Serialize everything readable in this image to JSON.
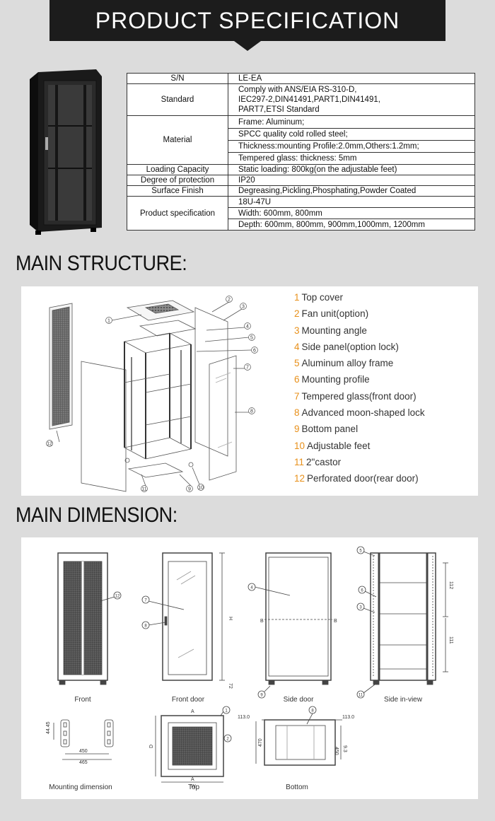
{
  "header": {
    "title": "PRODUCT SPECIFICATION"
  },
  "spec_table": {
    "sn": {
      "key": "S/N",
      "value": "LE-EA"
    },
    "standard": {
      "key": "Standard",
      "lines": [
        "Comply with  ANS/EIA RS-310-D,",
        "IEC297-2,DIN41491,PART1,DIN41491,",
        "PART7,ETSI Standard"
      ]
    },
    "material": {
      "key": "Material",
      "lines": [
        "Frame: Aluminum;",
        "SPCC quality cold rolled steel;",
        "Thickness:mounting Profile:2.0mm,Others:1.2mm;",
        "Tempered glass: thickness: 5mm"
      ]
    },
    "loading": {
      "key": "Loading Capacity",
      "value": "Static loading: 800kg(on the adjustable feet)"
    },
    "protection": {
      "key": "Degree of protection",
      "value": "IP20"
    },
    "finish": {
      "key": "Surface Finish",
      "value": "Degreasing,Pickling,Phosphating,Powder Coated"
    },
    "product": {
      "key": "Product specification",
      "lines": [
        "18U-47U",
        "Width: 600mm, 800mm",
        "Depth: 600mm, 800mm, 900mm,1000mm, 1200mm"
      ]
    }
  },
  "structure": {
    "title": "MAIN STRUCTURE:",
    "legend": [
      {
        "num": "1",
        "label": "Top cover"
      },
      {
        "num": "2",
        "label": "Fan unit(option)"
      },
      {
        "num": "3",
        "label": "Mounting angle"
      },
      {
        "num": "4",
        "label": "Side panel(option lock)"
      },
      {
        "num": "5",
        "label": "Aluminum alloy frame"
      },
      {
        "num": "6",
        "label": "Mounting profile"
      },
      {
        "num": "7",
        "label": "Tempered glass(front door)"
      },
      {
        "num": "8",
        "label": "Advanced moon-shaped lock"
      },
      {
        "num": "9",
        "label": "Bottom panel"
      },
      {
        "num": "10",
        "label": "Adjustable feet"
      },
      {
        "num": "11",
        "label": "2\"castor"
      },
      {
        "num": "12",
        "label": "Perforated door(rear door)"
      }
    ],
    "callouts": [
      "1",
      "2",
      "3",
      "4",
      "5",
      "6",
      "7",
      "8",
      "9",
      "10",
      "11",
      "12"
    ]
  },
  "dimension": {
    "title": "MAIN DIMENSION:",
    "captions": {
      "front": "Front",
      "front_door": "Front door",
      "side_door": "Side door",
      "side_in_view": "Side in-view",
      "mounting": "Mounting dimension",
      "top": "Top",
      "bottom": "Bottom"
    },
    "labels": {
      "dim_44_45": "44.45",
      "dim_450": "450",
      "dim_465": "465",
      "dim_72": "72",
      "dim_113_left": "113.0",
      "dim_113_right": "113.0",
      "dim_470": "470",
      "dim_450b": "450",
      "dim_9_3": "9.3",
      "dim_d": "D",
      "dim_w": "W",
      "dim_a": "A",
      "dim_h": "H",
      "dim_b": "B",
      "dim_112": "112",
      "dim_111": "111"
    }
  }
}
